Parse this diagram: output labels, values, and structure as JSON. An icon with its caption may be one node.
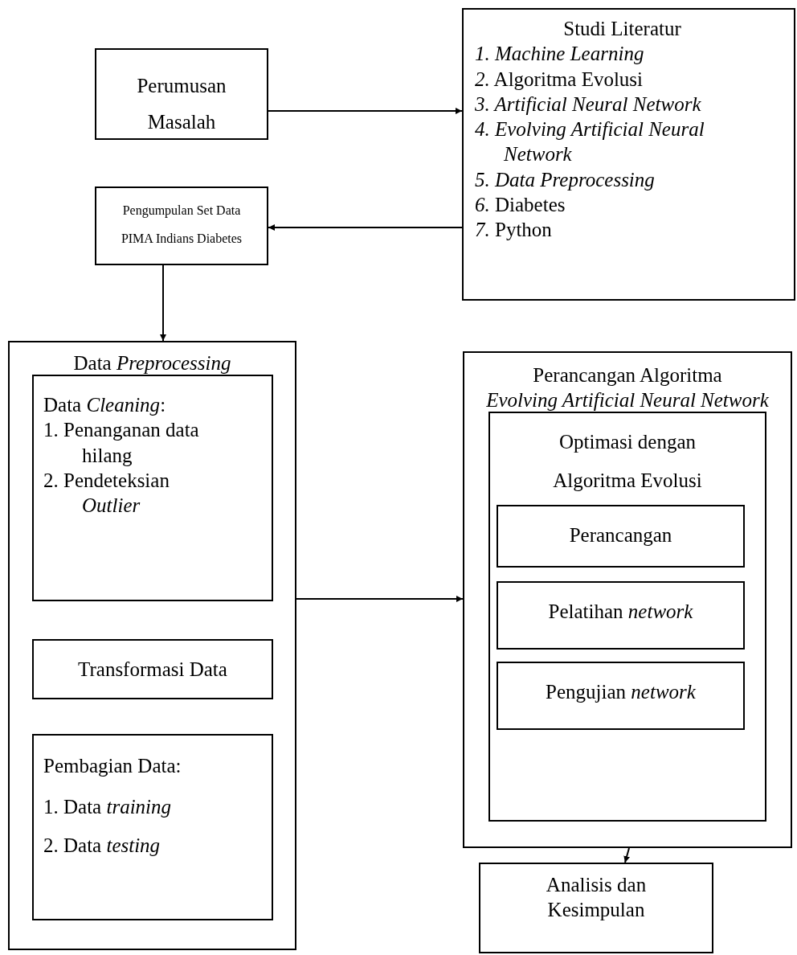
{
  "diagram": {
    "nodes": [
      {
        "text": [
          "Perumusan Masalah"
        ]
      },
      {
        "text": [
          "Studi Literatur",
          "*1. Machine Learning*",
          "*2.* Algoritma Evolusi",
          "*3. Artificial Neural Network*",
          "*4. Evolving Artificial Neural Network*",
          "*5. Data Preprocessing*",
          "*6.* Diabetes",
          "*7.* Python"
        ]
      },
      {
        "text": [
          "Pengumpulan Set Data PIMA Indians Diabetes"
        ]
      },
      {
        "text": [
          "Data *Preprocessing*"
        ]
      },
      {
        "text": [
          "Data *Cleaning*:",
          "1. Penanganan data hilang",
          "2. Pendeteksian *Outlier*"
        ],
        "in": 3
      },
      {
        "text": [
          "Transformasi Data"
        ],
        "in": 3
      },
      {
        "text": [
          "Pembagian Data:",
          "1. Data *training*",
          "2. Data *testing*"
        ],
        "in": 3
      },
      {
        "text": [
          "Perancangan Algoritma",
          "*Evolving Artificial Neural Network*"
        ]
      },
      {
        "text": [
          "Optimasi dengan Algoritma Evolusi"
        ],
        "in": 7
      },
      {
        "text": [
          "Perancangan"
        ],
        "in": 8
      },
      {
        "text": [
          "Pelatihan *network*"
        ],
        "in": 8
      },
      {
        "text": [
          "Pengujian *network*"
        ],
        "in": 8
      },
      {
        "text": [
          "Analisis dan Kesimpulan"
        ]
      }
    ],
    "edges": [
      {
        "from": 0,
        "to": 1,
        "arrow": "to"
      },
      {
        "from": 1,
        "to": 2,
        "arrow": "to"
      },
      {
        "from": 2,
        "to": 3,
        "arrow": "to"
      },
      {
        "from": 3,
        "to": 7,
        "arrow": "to"
      },
      {
        "from": 7,
        "to": 12,
        "arrow": "to"
      }
    ]
  }
}
